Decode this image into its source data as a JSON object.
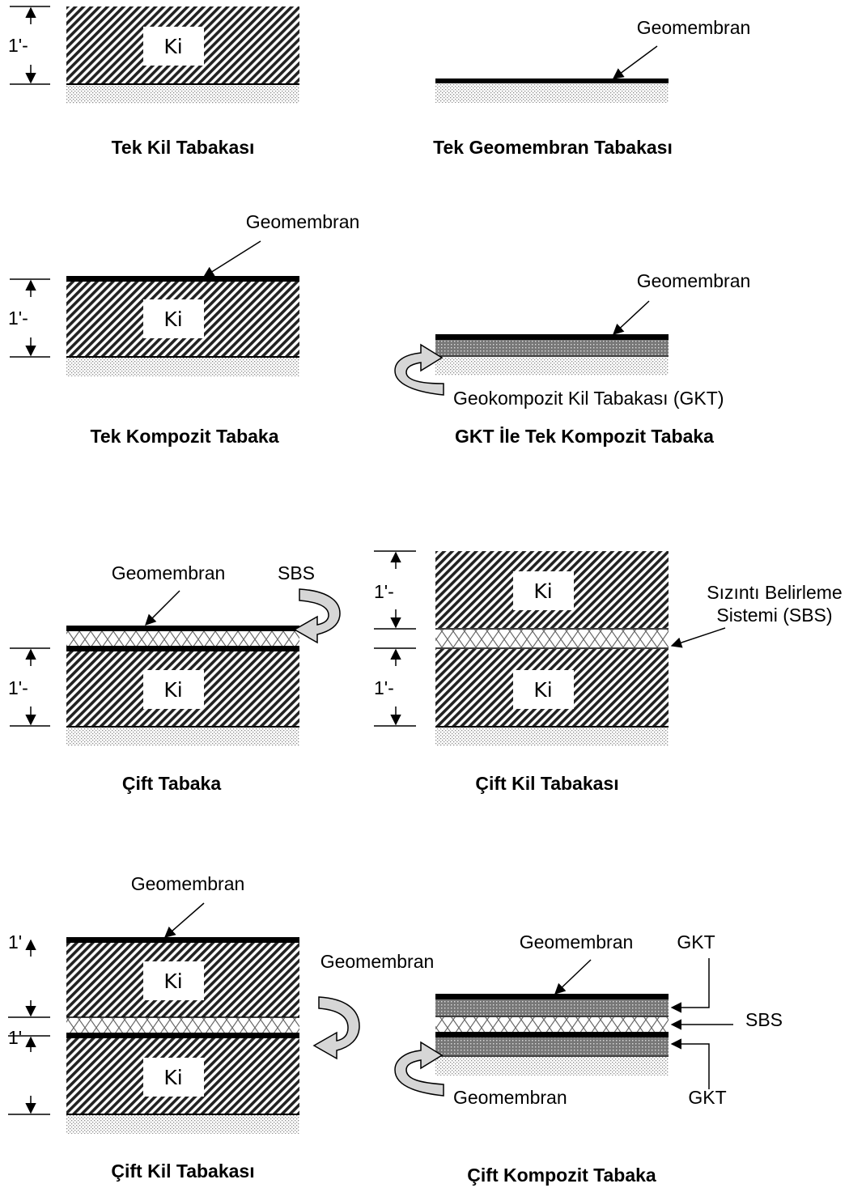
{
  "labels": {
    "geomembrane": "Geomembran",
    "clay_short": "Ki",
    "thickness": "1'-",
    "thickness_alt": "1'",
    "gcl": "Geokompozit Kil Tabakası (GKT)",
    "lds_short": "SBS",
    "lds_long_line1": "Sızıntı Belirleme",
    "lds_long_line2": "Sistemi (SBS)",
    "gkt": "GKT"
  },
  "captions": {
    "single_clay": "Tek Kil Tabakası",
    "single_geomembrane": "Tek Geomembran Tabakası",
    "single_composite": "Tek Kompozit Tabaka",
    "gcl_single_composite": "GKT İle Tek Kompozit Tabaka",
    "double": "Çift Tabaka",
    "double_clay": "Çift Kil Tabakası",
    "double_clay_2": "Çift Kil Tabakası",
    "double_composite": "Çift Kompozit Tabaka"
  }
}
